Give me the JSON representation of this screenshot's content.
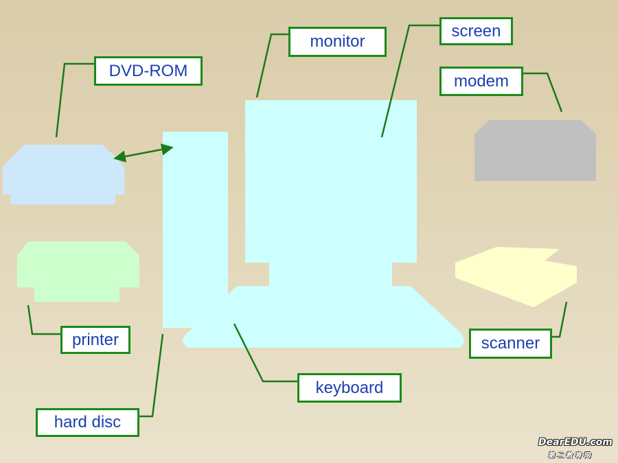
{
  "labels": {
    "monitor": "monitor",
    "screen": "screen",
    "dvd_rom": "DVD-ROM",
    "modem": "modem",
    "printer": "printer",
    "scanner": "scanner",
    "keyboard": "keyboard",
    "hard_disc": "hard disc"
  },
  "watermark": {
    "brand": "DearEDU.com",
    "tagline": "第二教育网"
  },
  "colors": {
    "label_border": "#1a8a1a",
    "label_text": "#1a3fb0",
    "leader_line": "#1a7a1a",
    "monitor": "#ccfffd",
    "dvd_rom": "#cde8fb",
    "printer": "#ccffcc",
    "modem": "#c0c0c0",
    "scanner": "#ffffcc"
  }
}
